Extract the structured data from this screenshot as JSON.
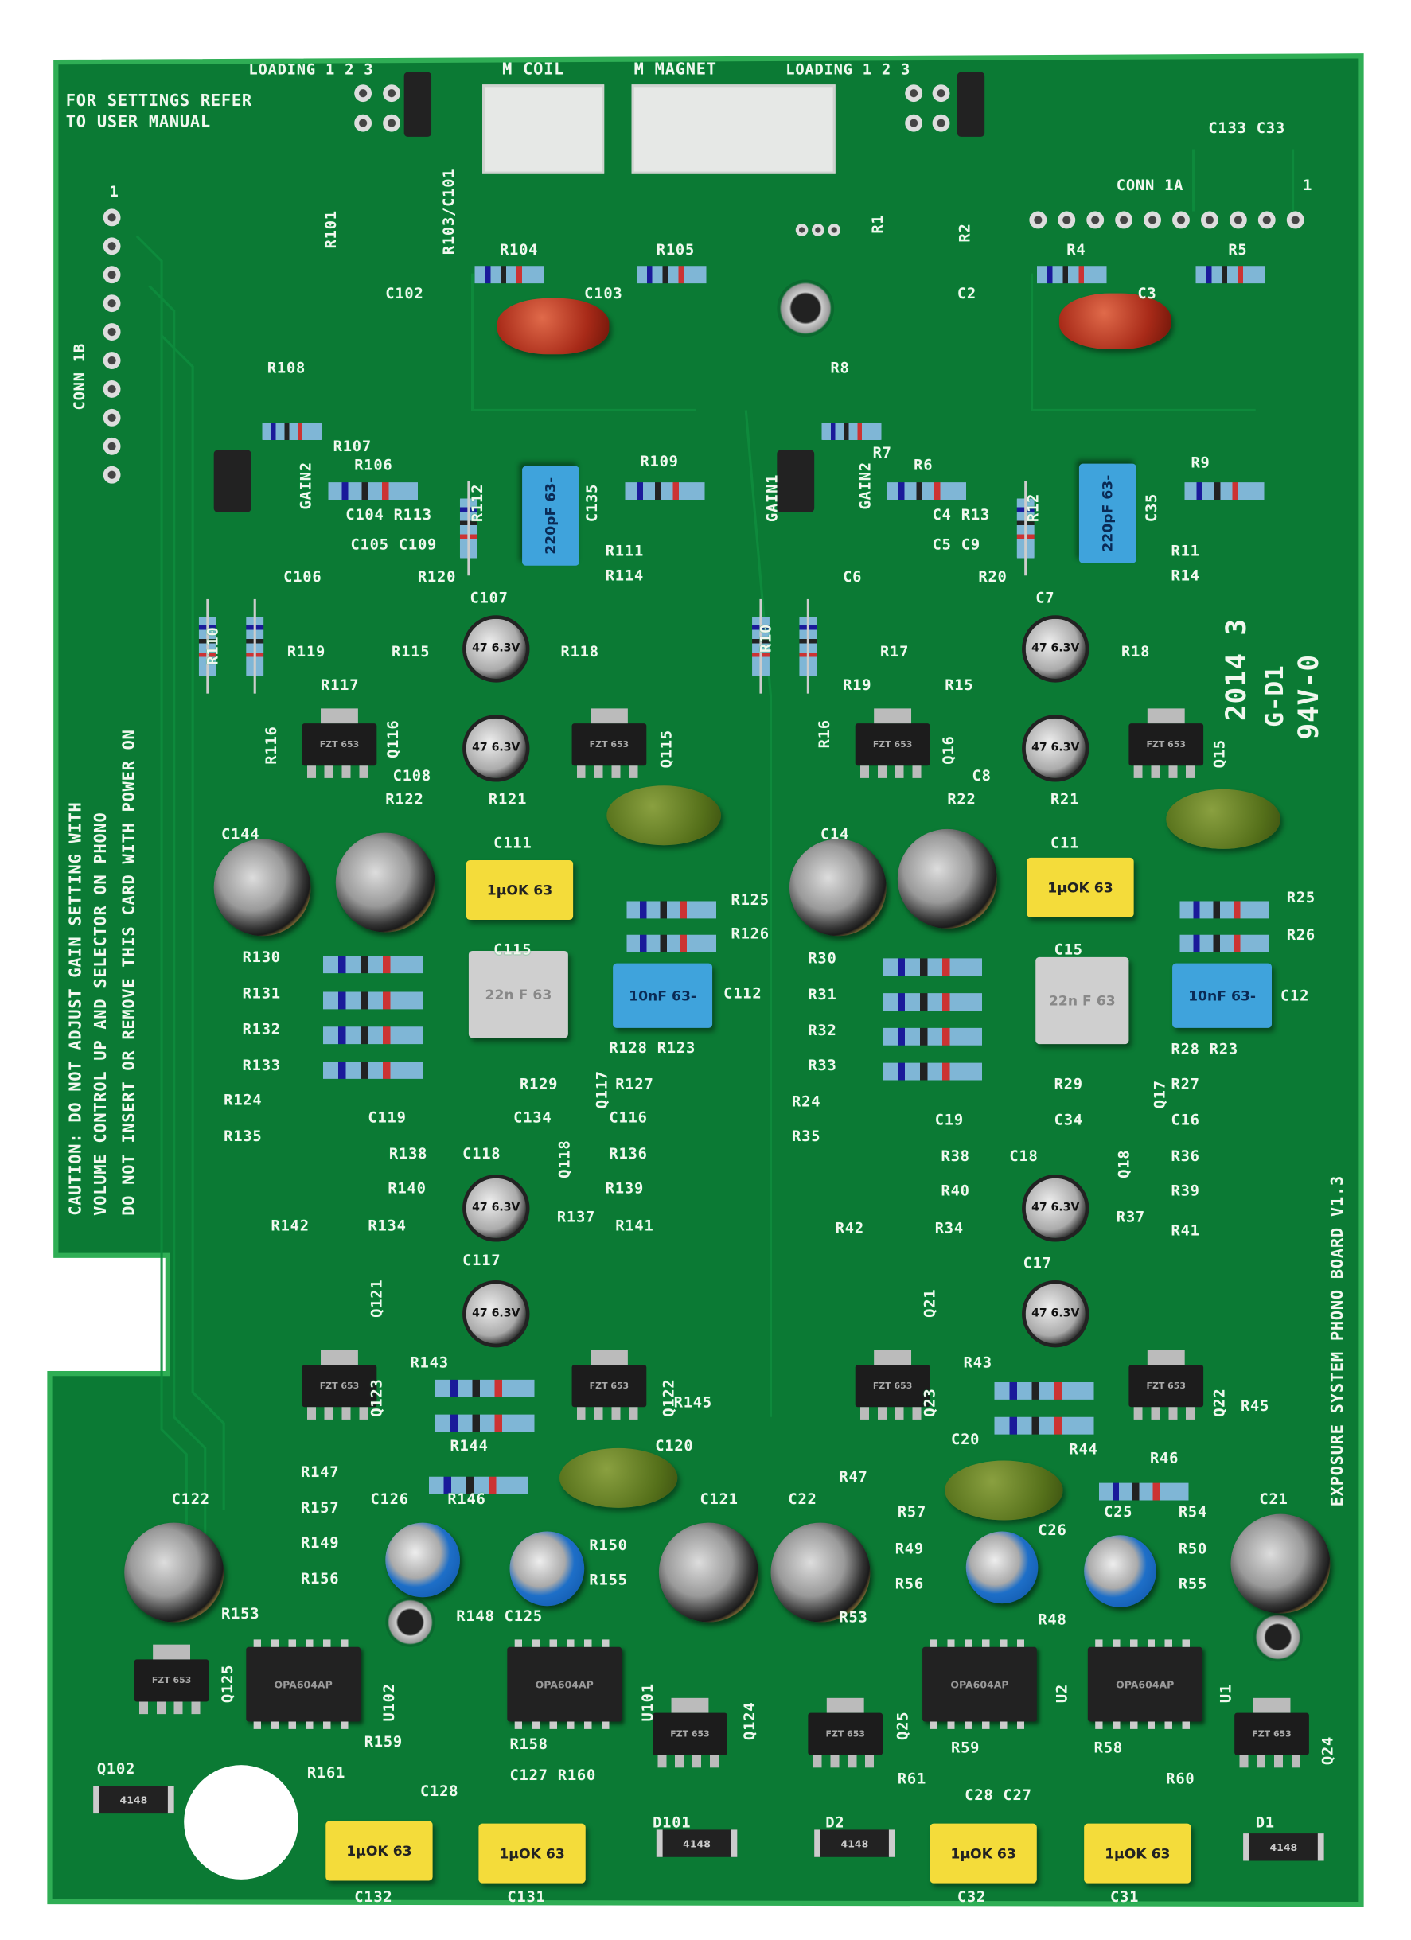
{
  "board": {
    "colors": {
      "pcb": "#0b7a34",
      "silk": "#f2f6ee",
      "edge": "#2fae55"
    },
    "caution_lines": [
      "CAUTION: DO NOT ADJUST GAIN SETTING WITH",
      "VOLUME CONTROL UP AND SELECTOR ON PHONO",
      "DO NOT INSERT OR REMOVE THIS CARD WITH POWER ON"
    ],
    "settings_note": [
      "FOR SETTINGS REFER",
      "TO USER MANUAL"
    ],
    "board_name": "EXPOSURE SYSTEM PHONO BOARD V1.3",
    "date_code": "2014 3",
    "ul_mark": "94V-0",
    "ul_code": "G-D1",
    "pad_labels": {
      "m_coil": "M COIL",
      "m_magnet": "M MAGNET"
    },
    "conn_left": "CONN 1B",
    "labels": [
      "LOADING 1 2 3",
      "LOADING 1 2 3",
      "C133 C33",
      "CONN 1A",
      "1",
      "1",
      "R104",
      "R105",
      "R4",
      "R5",
      "C102",
      "C103",
      "C2",
      "C3",
      "R108",
      "R8",
      "R107",
      "R7",
      "R106",
      "R6",
      "R109",
      "R9",
      "C104 R113",
      "C4 R13",
      "C105 C109",
      "C5 C9",
      "R111",
      "R11",
      "R114",
      "R14",
      "R120",
      "R20",
      "C106",
      "C6",
      "C107",
      "C7",
      "R119",
      "R115",
      "R118",
      "R17",
      "R18",
      "R117",
      "R19",
      "R15",
      "C108",
      "C8",
      "R122",
      "R121",
      "R22",
      "R21",
      "C111",
      "C11",
      "C144",
      "C14",
      "R125",
      "R25",
      "R126",
      "R26",
      "R130",
      "R30",
      "C115",
      "C15",
      "R131",
      "R31",
      "C112",
      "C12",
      "R132",
      "R32",
      "R133",
      "R33",
      "R128 R123",
      "R28 R23",
      "R124",
      "R24",
      "R129",
      "R127",
      "R29",
      "R27",
      "R135",
      "R35",
      "C119",
      "C134",
      "C116",
      "C19",
      "C34",
      "C16",
      "R138",
      "C118",
      "R136",
      "R38",
      "C18",
      "R36",
      "R140",
      "R139",
      "R40",
      "R39",
      "R142",
      "R134",
      "R137",
      "R141",
      "R42",
      "R34",
      "R37",
      "R41",
      "C117",
      "C17",
      "R143",
      "R43",
      "R145",
      "R45",
      "R144",
      "R44",
      "C120",
      "C20",
      "R46",
      "R147",
      "R47",
      "R157",
      "C126",
      "R146",
      "C121",
      "C22",
      "R57",
      "C26",
      "C25",
      "R54",
      "C21",
      "C122",
      "R149",
      "R150",
      "R49",
      "R50",
      "R156",
      "R155",
      "R56",
      "R55",
      "R153",
      "R148 C125",
      "R53",
      "R48",
      "R159",
      "R158",
      "R59",
      "R58",
      "Q102",
      "R161",
      "C128",
      "C127 R160",
      "R61",
      "C28 C27",
      "R60",
      "D101",
      "D2",
      "D1",
      "C132",
      "C131",
      "C32",
      "C31"
    ],
    "rot_labels": [
      "R101",
      "R103/C101",
      "R1",
      "R2",
      "R112",
      "R12",
      "C135",
      "C35",
      "GAIN2",
      "GAIN1",
      "GAIN2",
      "R110",
      "R10",
      "R116",
      "R16",
      "Q116",
      "Q16",
      "Q115",
      "Q15",
      "Q121",
      "Q21",
      "Q123",
      "Q23",
      "Q122",
      "Q22",
      "Q125",
      "U102",
      "U101",
      "U2",
      "U1",
      "Q124",
      "Q25",
      "Q24",
      "Q117",
      "Q17",
      "Q118",
      "Q18"
    ],
    "components": {
      "yellow_cap": "1μOK 63",
      "blue_cap_220": "220pF 63-",
      "blue_cap_10": "10nF 63-",
      "gray_cap": "22n F 63",
      "smd_cap": "47 6.3V",
      "ic": "OPA604AP",
      "sot": "FZT 653",
      "diode": "4148"
    }
  }
}
